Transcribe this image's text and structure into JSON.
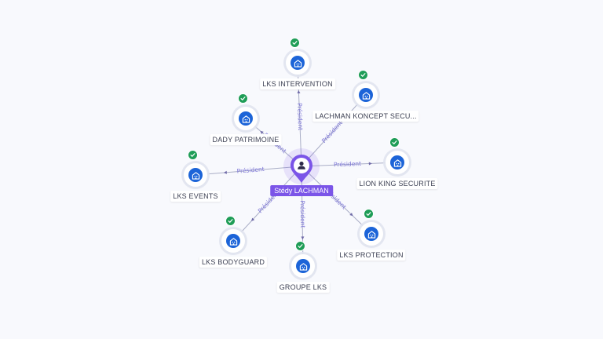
{
  "center": {
    "name": "Stédy LACHMAN",
    "icon": "person-icon"
  },
  "relation_label": "Président",
  "colors": {
    "background": "#f8f9fd",
    "company_icon": "#1c64d8",
    "verified_badge": "#1f9d57",
    "person_pin": "#7b55e8",
    "edge_label": "#7b74d6"
  },
  "companies": [
    {
      "id": "lks-intervention",
      "name": "LKS INTERVENTION",
      "icon": "building-icon",
      "verified": true
    },
    {
      "id": "lachman-koncept",
      "name": "LACHMAN KONCEPT SECU...",
      "icon": "building-icon",
      "verified": true
    },
    {
      "id": "dady-patrimoine",
      "name": "DADY PATRIMOINE",
      "icon": "building-icon",
      "verified": true
    },
    {
      "id": "lion-king",
      "name": "LION KING SECURITE",
      "icon": "building-icon",
      "verified": true
    },
    {
      "id": "lks-events",
      "name": "LKS EVENTS",
      "icon": "building-icon",
      "verified": true
    },
    {
      "id": "lks-protection",
      "name": "LKS PROTECTION",
      "icon": "building-icon",
      "verified": true
    },
    {
      "id": "lks-bodyguard",
      "name": "LKS BODYGUARD",
      "icon": "building-icon",
      "verified": true
    },
    {
      "id": "groupe-lks",
      "name": "GROUPE LKS",
      "icon": "building-icon",
      "verified": true
    }
  ]
}
